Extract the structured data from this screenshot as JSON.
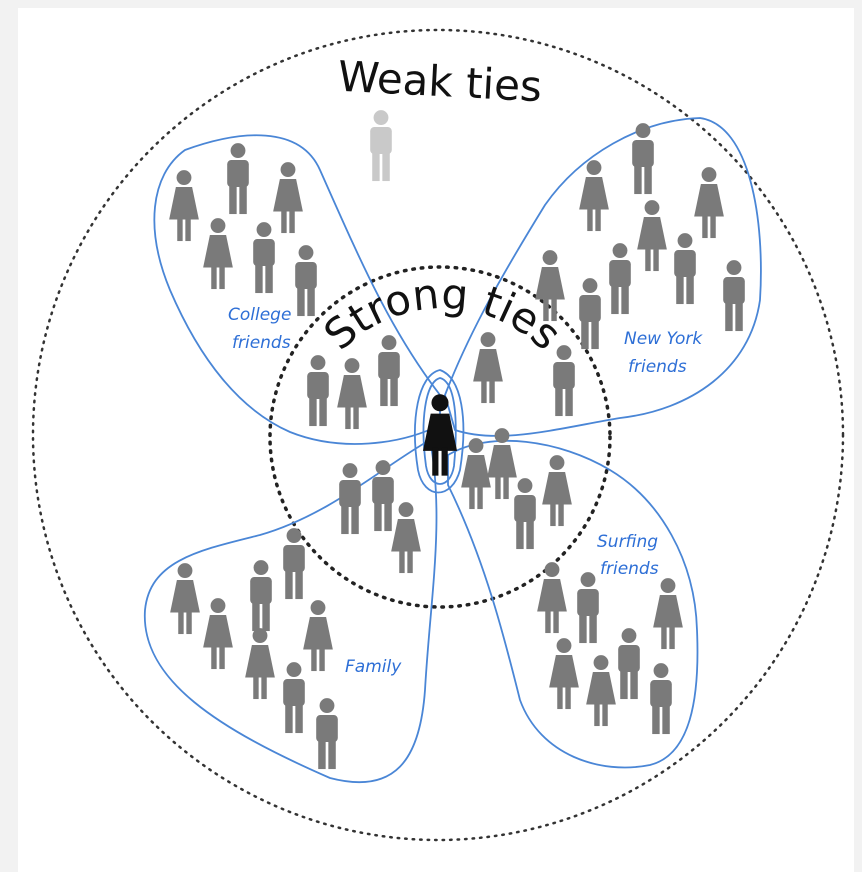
{
  "diagram": {
    "outer_label": "Weak ties",
    "inner_label": "Strong ties",
    "groups": [
      {
        "label_line1": "College",
        "label_line2": "friends"
      },
      {
        "label_line1": "New York",
        "label_line2": "friends"
      },
      {
        "label_line1": "Surfing",
        "label_line2": "friends"
      },
      {
        "label_line1": "Family",
        "label_line2": ""
      }
    ],
    "colors": {
      "outline": "#4a86d6",
      "label": "#2e6fd6",
      "person": "#7a7a7a",
      "weak_person": "#c9c9c9",
      "center_person": "#111111",
      "dotted_circle": "#333333"
    }
  }
}
